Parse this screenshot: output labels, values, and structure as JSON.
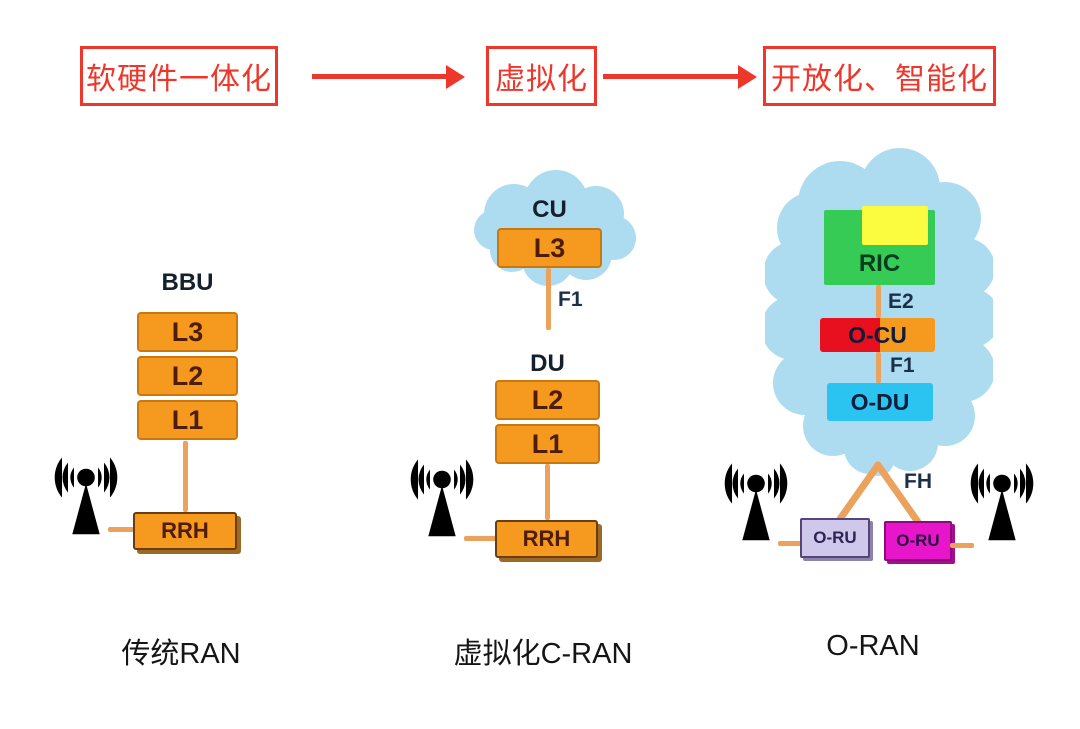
{
  "flow": {
    "stages": [
      "软硬件一体化",
      "虚拟化",
      "开放化、智能化"
    ]
  },
  "traditional": {
    "caption": "传统RAN",
    "bbu_label": "BBU",
    "layers": [
      "L3",
      "L2",
      "L1"
    ],
    "rrh_label": "RRH"
  },
  "cran": {
    "caption": "虚拟化C-RAN",
    "cu_label": "CU",
    "cu_layer": "L3",
    "f1_label": "F1",
    "du_label": "DU",
    "du_layers": [
      "L2",
      "L1"
    ],
    "rrh_label": "RRH"
  },
  "oran": {
    "caption": "O-RAN",
    "ric_label": "RIC",
    "e2_label": "E2",
    "ocu_label": "O-CU",
    "f1_label": "F1",
    "odu_label": "O-DU",
    "fh_label": "FH",
    "oru_left_label": "O-RU",
    "oru_right_label": "O-RU"
  },
  "colors": {
    "red": "#ee372b",
    "orange": "#f59a1f",
    "orange-border": "#c9780f",
    "module-text": "#4e1c08",
    "connector": "#eaa25c",
    "cloud": "#addcf0",
    "green": "#35cb55",
    "green-text": "#063c1e",
    "yellow": "#fbfb40",
    "ocu-red": "#e8101f",
    "odu-cyan": "#2bc3ef",
    "oru-lavender": "#cfc8ea",
    "oru-magenta": "#e816cb",
    "label-dark": "#1b3048",
    "caption-dark": "#151515"
  }
}
